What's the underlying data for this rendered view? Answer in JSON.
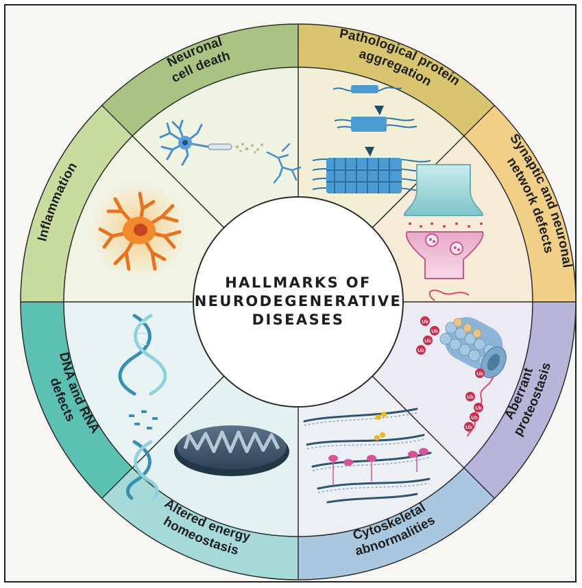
{
  "title": [
    "HALLMARKS OF",
    "NEURODEGENERATIVE",
    "DISEASES"
  ],
  "segments": [
    {
      "lines": [
        "Pathological protein",
        "aggregation"
      ],
      "outer_color": "#d9c46f",
      "inner_color": "#f3efd7",
      "icon": "protein-aggregation-fibrils-icon"
    },
    {
      "lines": [
        "Synaptic and neuronal",
        "network defects"
      ],
      "outer_color": "#f2cf87",
      "inner_color": "#f7ead6",
      "icon": "synapse-icon"
    },
    {
      "lines": [
        "Aberrant",
        "proteostasis"
      ],
      "outer_color": "#b7b5da",
      "inner_color": "#eceaf3",
      "icon": "proteasome-ubiquitin-icon"
    },
    {
      "lines": [
        "Cytoskeletal",
        "abnormalities"
      ],
      "outer_color": "#a9c7de",
      "inner_color": "#eceff4",
      "icon": "cytoskeleton-filaments-icon"
    },
    {
      "lines": [
        "Altered energy",
        "homeostasis"
      ],
      "outer_color": "#a5dad8",
      "inner_color": "#e3f2f1",
      "icon": "mitochondrion-icon"
    },
    {
      "lines": [
        "DNA and RNA",
        "defects"
      ],
      "outer_color": "#5cc1b3",
      "inner_color": "#e8f3f3",
      "icon": "dna-helix-icon"
    },
    {
      "lines": [
        "Inflammation"
      ],
      "outer_color": "#c9dca0",
      "inner_color": "#f1f3e3",
      "icon": "microglia-icon"
    },
    {
      "lines": [
        "Neuronal",
        "cell death"
      ],
      "outer_color": "#a9c482",
      "inner_color": "#eef3e2",
      "icon": "neuron-icon"
    }
  ],
  "center_color": "#ffffff",
  "frame_border_color": "#1f1f1f"
}
